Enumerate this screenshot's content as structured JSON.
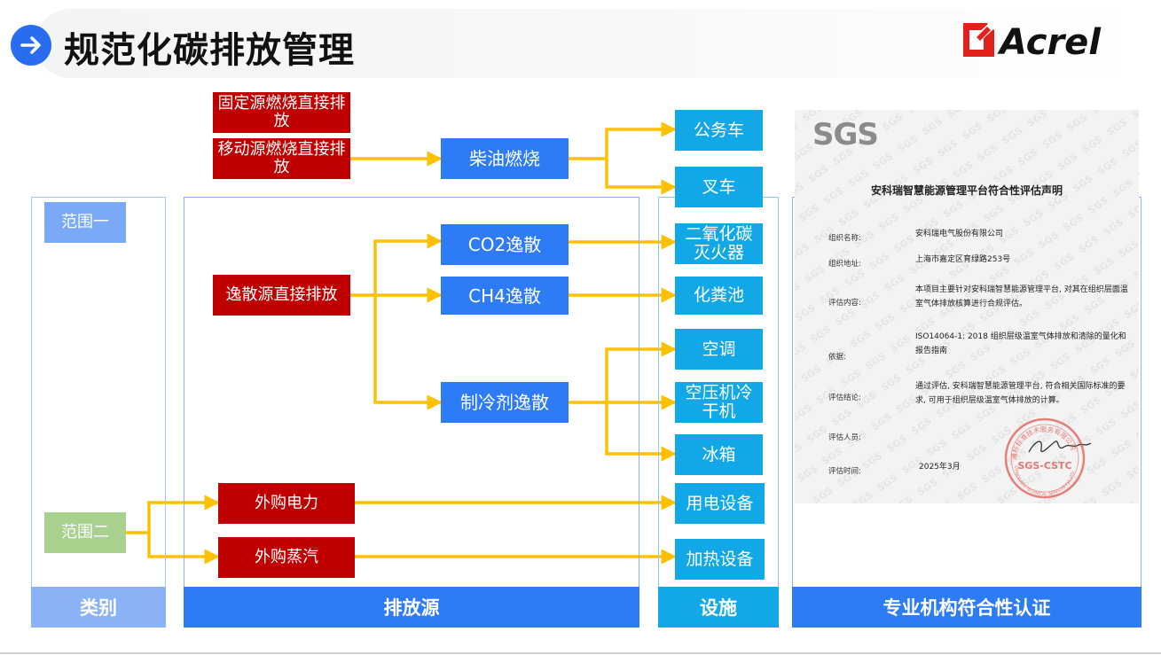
{
  "header": {
    "title": "规范化碳排放管理",
    "logo_text": "Acrel"
  },
  "columns": {
    "category": "类别",
    "emission_source": "排放源",
    "facility": "设施",
    "certification": "专业机构符合性认证"
  },
  "scopes": {
    "scope1": "范围一",
    "scope2": "范围二"
  },
  "sources": {
    "fixed_combustion": "固定源燃烧直接排放",
    "mobile_combustion": "移动源燃烧直接排放",
    "fugitive": "逸散源直接排放",
    "purchased_power": "外购电力",
    "purchased_steam": "外购蒸汽"
  },
  "processes": {
    "diesel": "柴油燃烧",
    "co2": "CO2逸散",
    "ch4": "CH4逸散",
    "refrigerant": "制冷剂逸散"
  },
  "facilities": {
    "official_car": "公务车",
    "forklift": "叉车",
    "extinguisher": "二氧化碳灭火器",
    "septic_tank": "化粪池",
    "air_conditioner": "空调",
    "compressor_dryer": "空压机冷干机",
    "refrigerator": "冰箱",
    "electric_equipment": "用电设备",
    "heating_equipment": "加热设备"
  },
  "certificate": {
    "logo": "SGS",
    "title": "安科瑞智慧能源管理平台符合性评估声明",
    "fields": [
      {
        "label": "组织名称:",
        "value": "安科瑞电气股份有限公司"
      },
      {
        "label": "组织地址:",
        "value": "上海市嘉定区育绿路253号"
      },
      {
        "label": "评估内容:",
        "value": "本项目主要针对安科瑞智慧能源管理平台, 对其在组织层面温室气体排放核算进行合规评估。"
      },
      {
        "label": "依据:",
        "value": "ISO14064-1: 2018 组织层级温室气体排放和清除的量化和报告指南"
      },
      {
        "label": "评估结论:",
        "value": "通过评估, 安科瑞智慧能源管理平台, 符合相关国际标准的要求, 可用于组织层级温室气体排放的计算。"
      },
      {
        "label": "评估人员:",
        "value": ""
      },
      {
        "label": "评估时间:",
        "value": "2025年3月"
      }
    ],
    "stamp_top": "通标标准技术服务有限公司",
    "stamp_mid": "SGS-CSTC",
    "stamp_bottom": "STANDARDS TECHNICAL SERVICES CO.,LTD."
  }
}
